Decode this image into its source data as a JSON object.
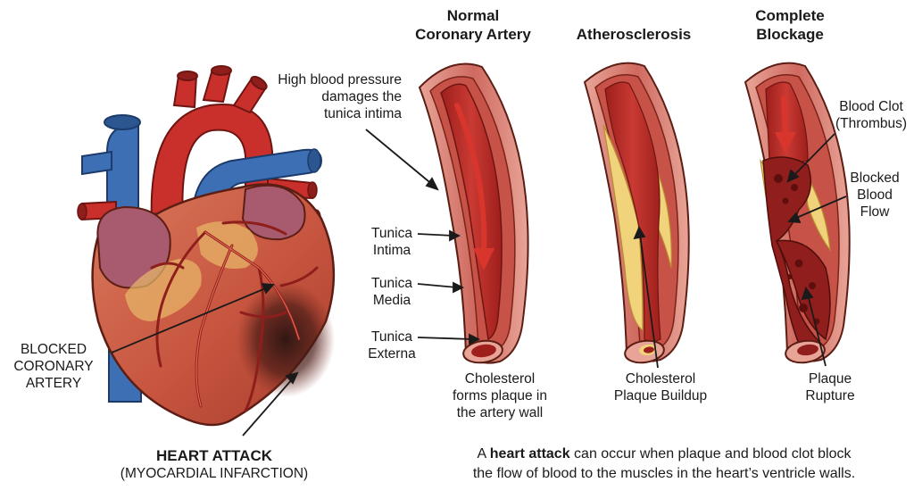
{
  "headers": {
    "normal": [
      "Normal",
      "Coronary Artery"
    ],
    "atherosclerosis": [
      "Atherosclerosis"
    ],
    "complete": [
      "Complete",
      "Blockage"
    ]
  },
  "labels": {
    "high_bp": [
      "High blood pressure",
      "damages the",
      "tunica intima"
    ],
    "tunica_intima": [
      "Tunica",
      "Intima"
    ],
    "tunica_media": [
      "Tunica",
      "Media"
    ],
    "tunica_externa": [
      "Tunica",
      "Externa"
    ],
    "cholesterol_forms": [
      "Cholesterol",
      "forms plaque in",
      "the artery wall"
    ],
    "cholesterol_buildup": [
      "Cholesterol",
      "Plaque Buildup"
    ],
    "plaque_rupture": [
      "Plaque",
      "Rupture"
    ],
    "blood_clot": [
      "Blood Clot",
      "(Thrombus)"
    ],
    "blocked_flow": [
      "Blocked",
      "Blood",
      "Flow"
    ],
    "blocked_coronary": [
      "BLOCKED",
      "CORONARY",
      "ARTERY"
    ],
    "heart_attack_title": "HEART ATTACK",
    "heart_attack_sub": "(MYOCARDIAL INFARCTION)"
  },
  "caption": {
    "line1_pre": "A ",
    "line1_bold": "heart attack",
    "line1_post": " can occur when plaque and blood clot block",
    "line2": "the flow of blood to the muscles in the heart’s ventricle walls."
  },
  "colors": {
    "artery_wall": "#c9605a",
    "artery_outer": "#e6a396",
    "plaque": "#f0d37a",
    "clot": "#8f1e1c",
    "blood": "#c2302b",
    "vein_blue": "#3d6fb5",
    "heart_muscle": "#c85a44"
  }
}
